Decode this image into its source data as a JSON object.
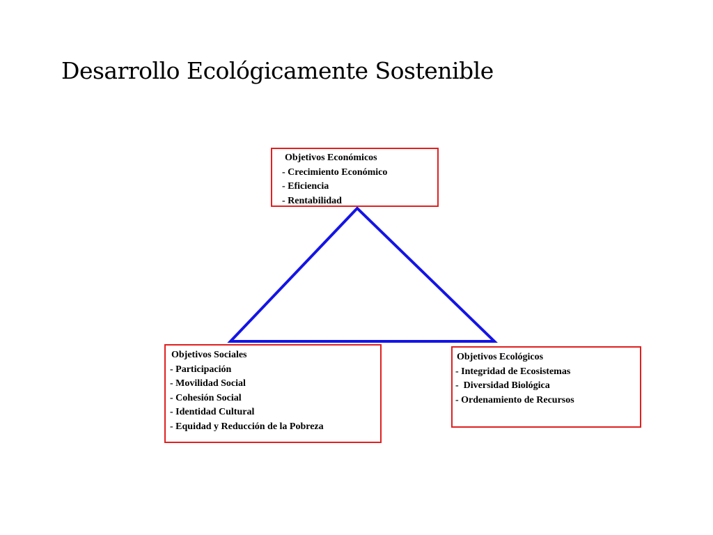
{
  "slide": {
    "title": "Desarrollo Ecológicamente Sostenible"
  },
  "colors": {
    "box_border": "#e02020",
    "triangle_stroke": "#1414e6"
  },
  "boxes": {
    "economic": {
      "heading": "Objetivos Económicos",
      "items": [
        "- Crecimiento Económico",
        "- Eficiencia",
        "- Rentabilidad"
      ]
    },
    "social": {
      "heading": "Objetivos Sociales",
      "items": [
        "- Participación",
        "- Movilidad Social",
        "- Cohesión Social",
        "- Identidad Cultural",
        "- Equidad y Reducción de la Pobreza"
      ]
    },
    "ecological": {
      "heading": "Objetivos Ecológicos",
      "items": [
        "- Integridad de Ecosistemas",
        "-  Diversidad Biológica",
        "- Ordenamiento de Recursos"
      ]
    }
  }
}
